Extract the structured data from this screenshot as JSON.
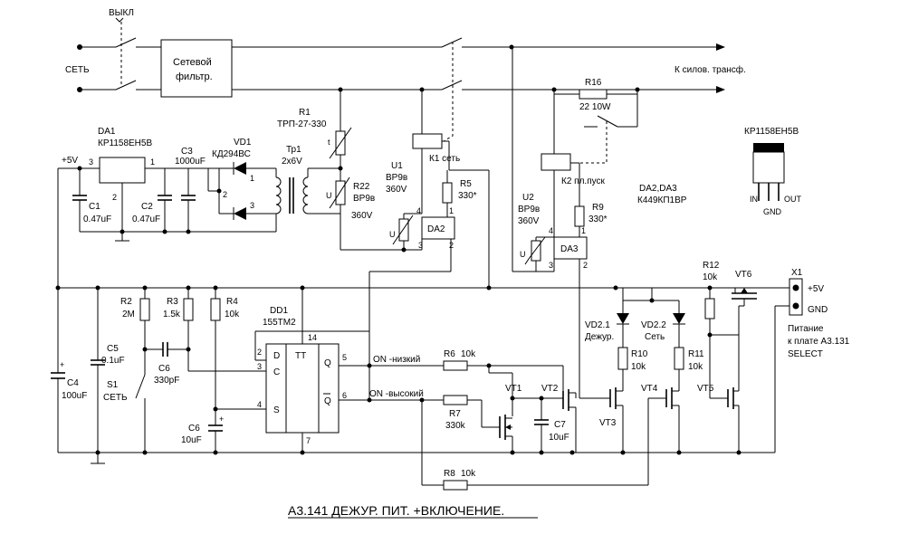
{
  "title": "А3.141 ДЕЖУР. ПИТ. +ВКЛЮЧЕНИЕ.",
  "switch_off": "ВЫКЛ",
  "mains": "СЕТЬ",
  "filter": {
    "line1": "Сетевой",
    "line2": "фильтр."
  },
  "power_transformer": "К силов. трансф.",
  "r16": {
    "ref": "R16",
    "value": "22 10W"
  },
  "da_right": {
    "ref": "КР1158ЕН5В",
    "pin_in": "IN",
    "pin_gnd": "GND",
    "pin_out": "OUT"
  },
  "da1": {
    "ref": "DA1",
    "part": "КР1158ЕН5В",
    "p1": "1",
    "p2": "2",
    "p3": "3"
  },
  "vcc": "+5V",
  "c1": {
    "ref": "C1",
    "value": "0.47uF"
  },
  "c2": {
    "ref": "C2",
    "value": "0.47uF"
  },
  "c3": {
    "ref": "C3",
    "value": "1000uF"
  },
  "vd1": {
    "ref": "VD1",
    "part": "КД294ВС"
  },
  "tr1": {
    "ref": "Тр1",
    "value": "2х6V"
  },
  "r1": {
    "ref": "R1",
    "value": "ТРП-27-330"
  },
  "r22": {
    "ref": "R22",
    "type": "ВР9в",
    "voltage": "360V"
  },
  "k1": "К1 сеть",
  "u1": {
    "ref": "U1",
    "type": "ВР9в",
    "voltage": "360V"
  },
  "r5": {
    "ref": "R5",
    "value": "330*"
  },
  "da2": "DA2",
  "u2": {
    "ref": "U2",
    "type": "ВР9в",
    "voltage": "360V"
  },
  "k2": "К2 пл.пуск",
  "r9": {
    "ref": "R9",
    "value": "330*"
  },
  "da3": "DA3",
  "da23": {
    "ref": "DA2,DA3",
    "part": "К449КП1ВР"
  },
  "r2": {
    "ref": "R2",
    "value": "2M"
  },
  "r3": {
    "ref": "R3",
    "value": "1.5k"
  },
  "r4": {
    "ref": "R4",
    "value": "10k"
  },
  "dd1": {
    "ref": "DD1",
    "part": "155ТМ2",
    "tt": "TT",
    "d": "D",
    "c": "C",
    "s": "S",
    "q": "Q",
    "qn": "Q"
  },
  "c5": {
    "ref": "C5",
    "value": "0.1uF"
  },
  "c6a": {
    "ref": "C6",
    "value": "330pF"
  },
  "c4": {
    "ref": "C4",
    "value": "100uF"
  },
  "s1": {
    "ref": "S1",
    "label": "СЕТЬ"
  },
  "c6b": {
    "ref": "C6",
    "value": "10uF"
  },
  "on_low": "ON -низкий",
  "on_high": "ON -высокий",
  "r6": {
    "ref": "R6",
    "value": "10k"
  },
  "r7": {
    "ref": "R7",
    "value": "330k"
  },
  "r8": {
    "ref": "R8",
    "value": "10k"
  },
  "vt1": "VT1",
  "vt2": "VT2",
  "vt3": "VT3",
  "vt4": "VT4",
  "vt5": "VT5",
  "vt6": "VT6",
  "c7": {
    "ref": "C7",
    "value": "10uF"
  },
  "vd2_1": {
    "ref": "VD2.1",
    "label": "Дежур."
  },
  "vd2_2": {
    "ref": "VD2.2",
    "label": "Сеть"
  },
  "r10": {
    "ref": "R10",
    "value": "10k"
  },
  "r11": {
    "ref": "R11",
    "value": "10k"
  },
  "r12": {
    "ref": "R12",
    "value": "10k"
  },
  "x1": {
    "ref": "X1",
    "pin1": "+5V",
    "pin2": "GND"
  },
  "supply_note": {
    "l1": "Питание",
    "l2": "к плате А3.131",
    "l3": "SELECT"
  },
  "pins": {
    "n1": "1",
    "n2": "2",
    "n3": "3",
    "n4": "4",
    "n5": "5",
    "n6": "6",
    "n7": "7",
    "n14": "14"
  }
}
